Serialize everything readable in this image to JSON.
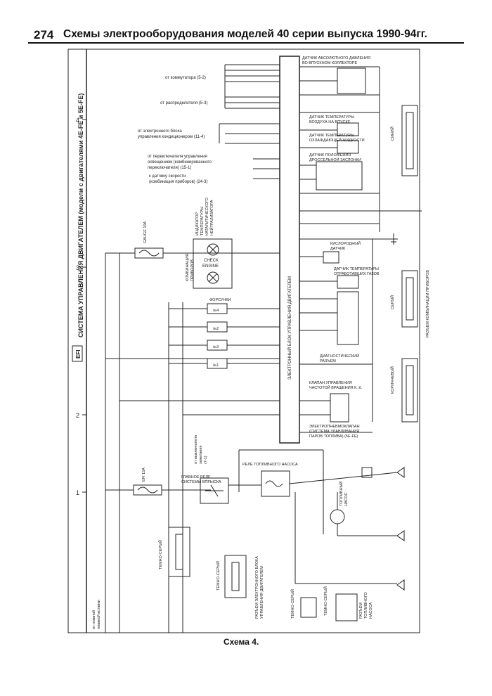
{
  "header": {
    "page_number": "274",
    "title": "Схемы электрооборудования моделей 40 серии выпуска 1990-94гг."
  },
  "caption": "Схема 4.",
  "diagram": {
    "title": "СИСТЕМА УПРАВЛЕНИЯ ДВИГАТЕЛЕМ (модели с двигателями 4E-FE и 5E-FE)",
    "logo": "EFI",
    "grid_numbers": [
      "4",
      "3",
      "2",
      "1"
    ],
    "ecu_label": "ЭЛЕКТРОННЫЙ БЛОК УПРАВЛЕНИЯ ДВИГАТЕЛЕМ",
    "left_labels": {
      "commutator": "от коммутатора (5-2)",
      "distributor": "от распределителя (5-3)",
      "ac_ecu_1": "от электронного блока",
      "ac_ecu_2": "управления кондиционером (11-4)",
      "switch_1": "от переключателя управления",
      "switch_2": "освещением (комбинированного",
      "switch_3": "переключателя) (15-1)",
      "speed_1": "к датчику скорости",
      "speed_2": "(комбинация приборов) (24-3)",
      "main_fuse_1": "от главной",
      "main_fuse_2": "плавкой вставки",
      "ignition_1": "от выключателя",
      "ignition_2": "зажигания",
      "ignition_3": "(7-1)"
    },
    "right_labels": {
      "map_1": "ДАТЧИК АБСОЛЮТНОГО ДАВЛЕНИЯ",
      "map_2": "ВО ВПУСКНОМ КОЛЛЕКТОРЕ",
      "intake_1": "ДАТЧИК ТЕМПЕРАТУРЫ",
      "intake_2": "ВОЗДУХА НА ВПУСКЕ",
      "coolant_1": "ДАТЧИК ТЕМПЕРАТУРЫ",
      "coolant_2": "ОХЛАЖДАЮЩЕЙ ЖИДКОСТИ",
      "throttle_1": "ДАТЧИК ПОЛОЖЕНИЯ",
      "throttle_2": "ДРОССЕЛЬНОЙ ЗАСЛОНКИ",
      "oxygen_1": "КИСЛОРОДНЫЙ",
      "oxygen_2": "ДАТЧИК",
      "exhaust_1": "ДАТЧИК ТЕМПЕРАТУРЫ",
      "exhaust_2": "ОТРАБОТАВШИХ ГАЗОВ",
      "diag_1": "ДИАГНОСТИЧЕСКИЙ",
      "diag_2": "РАЗЪЕМ",
      "idle_1": "КЛАПАН УПРАВЛЕНИЯ",
      "idle_2": "ЧАСТОТОЙ ВРАЩЕНИЯ К. К.",
      "evap_1": "ЭЛЕКТРОПНЕВМОКЛАПАН",
      "evap_2": "(СИСТЕМА УЛАВЛИВАНИЯ",
      "evap_3": "ПАРОВ ТОПЛИВА) (5E-FE)",
      "fuel_relay": "РЕЛЕ ТОПЛИВНОГО НАСОСА",
      "fuel_pump_1": "ТОПЛИВНЫЙ",
      "fuel_pump_2": "НАСОС",
      "connector_blue": "СИНИЙ",
      "connector_gray": "СЕРЫЙ",
      "connector_brown": "КОРИЧНЕВЫЙ",
      "cluster_conn": "РАЗЪЕМ КОМБИНАЦИИ ПРИБОРОВ"
    },
    "middle_labels": {
      "gauge_fuse": "GAUGE 10A",
      "efi_fuse": "EFI 15A",
      "check_engine_1": "CHECK",
      "check_engine_2": "ENGINE",
      "injectors": "ФОРСУНКИ",
      "inj1": "№1",
      "inj2": "№2",
      "inj3": "№3",
      "inj4": "№4",
      "main_relay_1": "ГЛАВНОЕ РЕЛЕ",
      "main_relay_2": "СИСТЕМЫ ВПРЫСКА",
      "combi_1": "КОМБИНАЦИЯ",
      "combi_2": "ПРИБОРОВ",
      "cat_1": "ИНДИКАТОР",
      "cat_2": "ТЕМПЕРАТУРЫ",
      "cat_3": "КАТАЛИТИЧЕСКОГО",
      "cat_4": "НЕЙТРАЛИЗАТОРА"
    },
    "bottom_labels": {
      "dark_gray_1": "ТЕМНО-СЕРЫЙ",
      "dark_gray_2": "ТЕМНО-СЕРЫЙ",
      "dark_gray_3": "ТЕМНО-СЕРЫЙ",
      "dark_gray_4": "ТЕМНО-СЕРЫЙ",
      "ecu_conn_1": "РАЗЪЕМ ЭЛЕКТРОННОГО БЛОКА",
      "ecu_conn_2": "УПРАВЛЕНИЯ ДВИГАТЕЛЕМ",
      "pump_conn_1": "РАЗЪЕМ",
      "pump_conn_2": "ТОПЛИВНОГО",
      "pump_conn_3": "НАСОСА"
    }
  }
}
